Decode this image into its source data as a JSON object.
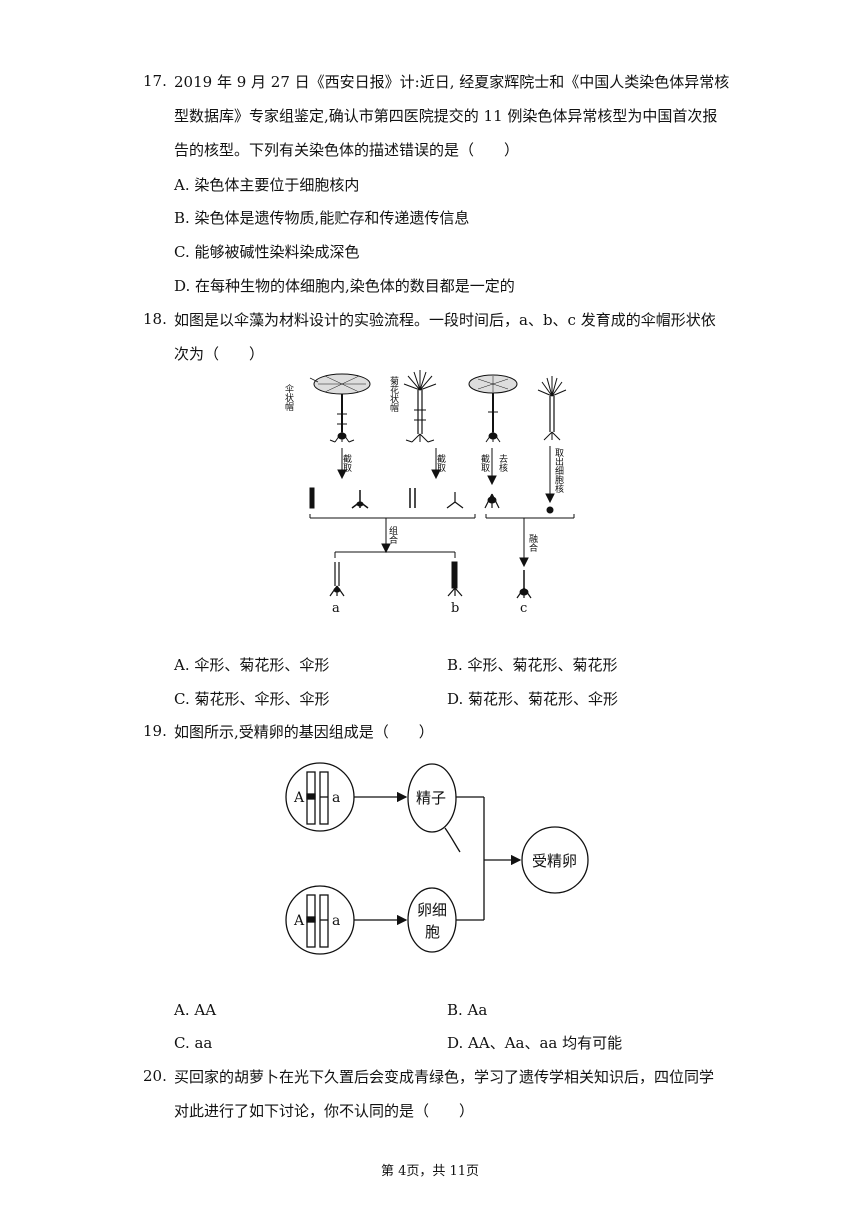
{
  "q17": {
    "num": "17.",
    "line1": "2019 年 9 月 27 日《西安日报》计:近日, 经夏家辉院士和《中国人类染色体异常核",
    "line2": "型数据库》专家组鉴定,确认市第四医院提交的 11 例染色体异常核型为中国首次报",
    "line3": "告的核型。下列有关染色体的描述错误的是（　　）",
    "options": [
      "A.  染色体主要位于细胞核内",
      "B.  染色体是遗传物质,能贮存和传递遗传信息",
      "C.  能够被碱性染料染成深色",
      "D.  在每种生物的体细胞内,染色体的数目都是一定的"
    ]
  },
  "q18": {
    "num": "18.",
    "line1": "如图是以伞藻为材料设计的实验流程。一段时间后，a、b、c 发育成的伞帽形状依",
    "line2": "次为（　　）",
    "figure": {
      "label_umbrella": "伞状帽",
      "label_chrysanthemum": "菊花状帽",
      "label_cut1": "截取",
      "label_cut2": "截取",
      "label_cut3": "截取",
      "label_denucleate": "去核",
      "label_extract": "取出细胞核",
      "label_combine": "组合",
      "label_fuse": "融合",
      "label_a": "a",
      "label_b": "b",
      "label_c": "c"
    },
    "options": [
      "A.  伞形、菊花形、伞形",
      "B.  伞形、菊花形、菊花形",
      "C.  菊花形、伞形、伞形",
      "D.  菊花形、菊花形、伞形"
    ]
  },
  "q19": {
    "num": "19.",
    "line1": "如图所示,受精卵的基因组成是（　　）",
    "figure": {
      "allele_A_top": "A",
      "allele_a_top": "a",
      "allele_A_bottom": "A",
      "allele_a_bottom": "a",
      "sperm": "精子",
      "egg_line1": "卵细",
      "egg_line2": "胞",
      "zygote": "受精卵"
    },
    "options": [
      "A. AA",
      "B. Aa",
      "C. aa",
      "D. AA、Aa、aa 均有可能"
    ]
  },
  "q20": {
    "num": "20.",
    "line1": "买回家的胡萝卜在光下久置后会变成青绿色，学习了遗传学相关知识后，四位同学",
    "line2": "对此进行了如下讨论，你不认同的是（　　）"
  },
  "footer": "第 4页，共 11页"
}
